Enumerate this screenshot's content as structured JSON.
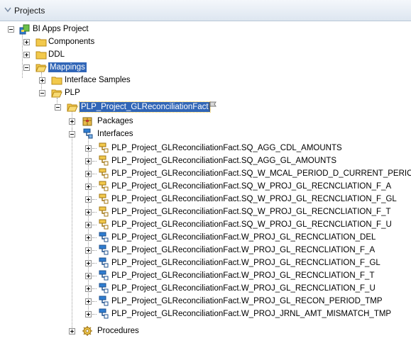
{
  "panel": {
    "title": "Projects"
  },
  "tree": {
    "project": "BI Apps Project",
    "folders": {
      "components": "Components",
      "ddl": "DDL",
      "mappings": "Mappings",
      "interface_samples": "Interface Samples",
      "plp": "PLP",
      "plp_project": "PLP_Project_GLReconciliationFact"
    },
    "packages": "Packages",
    "interfaces": "Interfaces",
    "procedures": "Procedures",
    "interface_items": [
      "PLP_Project_GLReconciliationFact.SQ_AGG_CDL_AMOUNTS",
      "PLP_Project_GLReconciliationFact.SQ_AGG_GL_AMOUNTS",
      "PLP_Project_GLReconciliationFact.SQ_W_MCAL_PERIOD_D_CURRENT_PERIOD",
      "PLP_Project_GLReconciliationFact.SQ_W_PROJ_GL_RECNCLIATION_F_A",
      "PLP_Project_GLReconciliationFact.SQ_W_PROJ_GL_RECNCLIATION_F_GL",
      "PLP_Project_GLReconciliationFact.SQ_W_PROJ_GL_RECNCLIATION_F_T",
      "PLP_Project_GLReconciliationFact.SQ_W_PROJ_GL_RECNCLIATION_F_U",
      "PLP_Project_GLReconciliationFact.W_PROJ_GL_RECNCLIATION_DEL",
      "PLP_Project_GLReconciliationFact.W_PROJ_GL_RECNCLIATION_F_A",
      "PLP_Project_GLReconciliationFact.W_PROJ_GL_RECNCLIATION_F_GL",
      "PLP_Project_GLReconciliationFact.W_PROJ_GL_RECNCLIATION_F_T",
      "PLP_Project_GLReconciliationFact.W_PROJ_GL_RECNCLIATION_F_U",
      "PLP_Project_GLReconciliationFact.W_PROJ_GL_RECON_PERIOD_TMP",
      "PLP_Project_GLReconciliationFact.W_PROJ_JRNL_AMT_MISMATCH_TMP"
    ]
  },
  "colors": {
    "selection": "#3166b7",
    "folder": "#f2c94c",
    "header": "#dde6f0"
  }
}
